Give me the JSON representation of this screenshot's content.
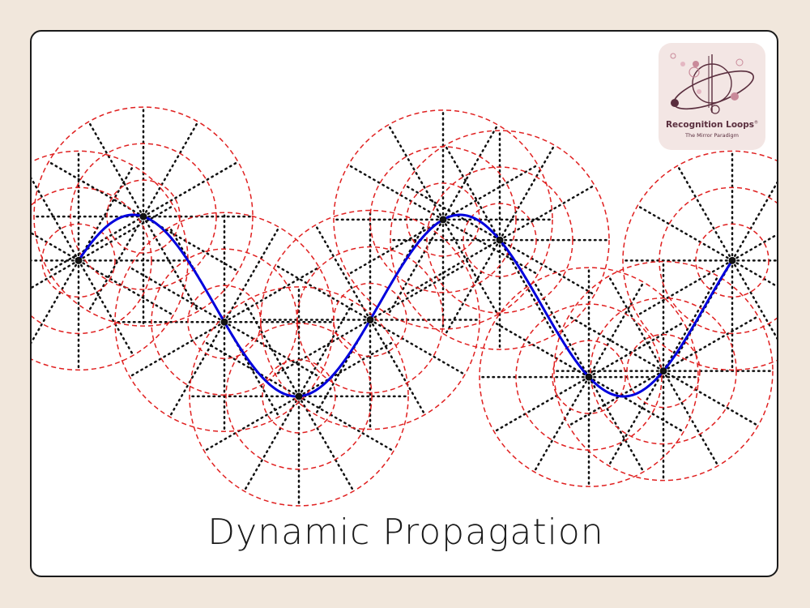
{
  "caption": "Dynamic Propagation",
  "logo": {
    "title": "Recognition Loops",
    "subtitle": "The Mirror Paradigm",
    "mark": "®"
  },
  "colors": {
    "background": "#f1e7dc",
    "card": "#ffffff",
    "wave": "#0000dd",
    "circles": "#e02020",
    "spokes": "#111111",
    "logo_bg": "#f3e6e4",
    "logo_ink": "#5a2e3e"
  },
  "diagram": {
    "wave": "sine",
    "wave_cycles": 2,
    "circle_style": "dashed",
    "spoke_style": "dotted",
    "spokes_per_node": 12
  }
}
